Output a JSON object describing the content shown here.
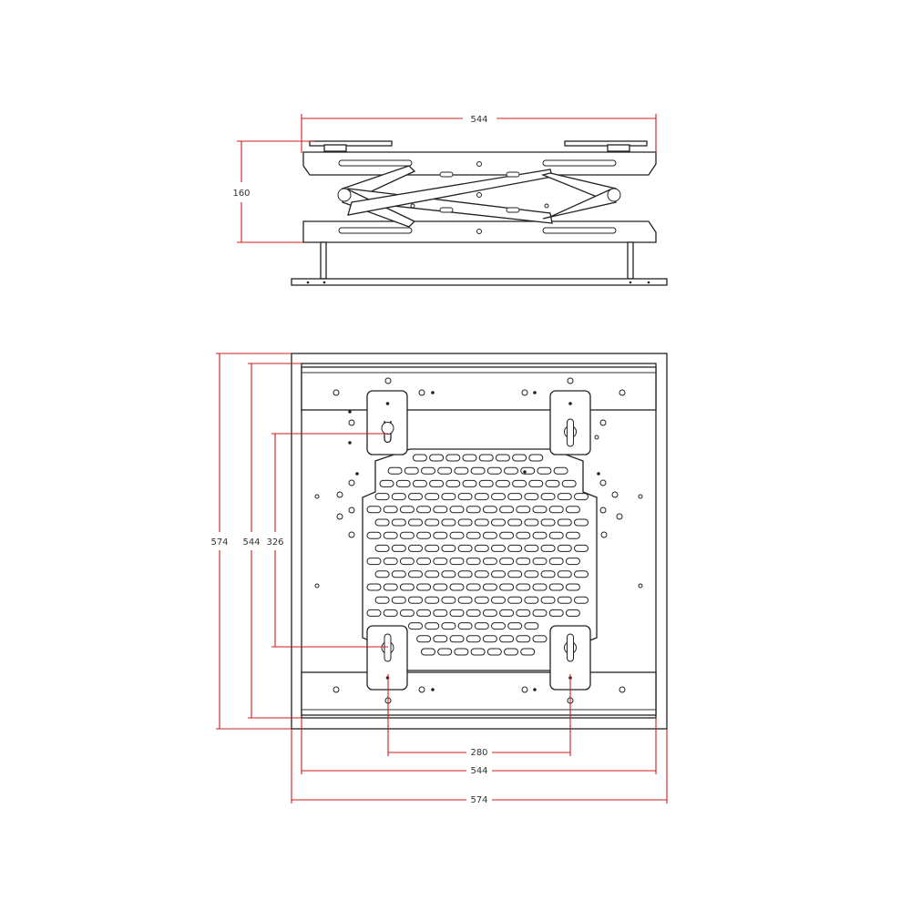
{
  "dimensions": {
    "side_width": "544",
    "side_height": "160",
    "plan_outer_height": "574",
    "plan_inner_height": "544",
    "plan_hole_vertical": "326",
    "plan_hole_horizontal": "280",
    "plan_inner_width": "544",
    "plan_outer_width": "574"
  },
  "colors": {
    "line": "#222222",
    "dimension_line": "#cc1f1f",
    "background": "#ffffff"
  }
}
